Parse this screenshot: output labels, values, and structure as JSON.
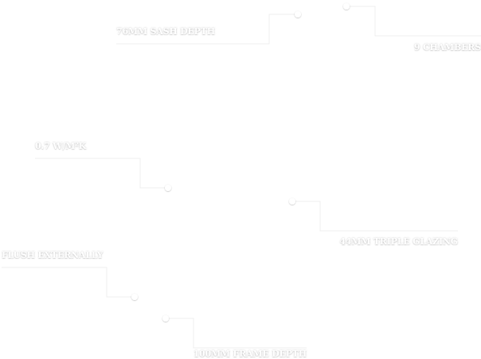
{
  "callouts": [
    {
      "text": "76MM SASH DEPTH"
    },
    {
      "text": "9 CHAMBERS"
    },
    {
      "text": "0.7 W/M²K"
    },
    {
      "text": "44MM TRIPLE GLAZING"
    },
    {
      "text": "FLUSH EXTERNALLY"
    },
    {
      "text": "100MM FRAME DEPTH"
    }
  ],
  "colors": {
    "line": "#efefef",
    "dot": "#ffffff",
    "text": "#ffffff"
  }
}
